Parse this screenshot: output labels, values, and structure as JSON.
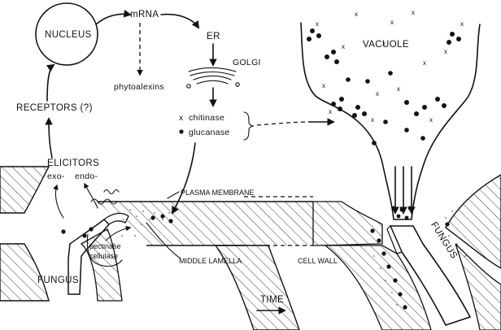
{
  "labels": {
    "nucleus": "NUCLEUS",
    "mrna": "mRNA",
    "er": "ER",
    "golgi": "GOLGI",
    "phytoalexins": "phytoalexins",
    "chitinase_marker": "x",
    "chitinase": "chitinase",
    "glucanase": "glucanase",
    "receptors": "RECEPTORS (?)",
    "elicitors": "ELICITORS",
    "exo": "exo-",
    "endo": "endo-",
    "plasma_membrane": "PLASMA MEMBRANE",
    "pectinase": "pectinase",
    "cellulase": "cellulase",
    "middle_lamella": "MIDDLE LAMELLA",
    "cell_wall": "CELL WALL",
    "fungus_left": "FUNGUS",
    "fungus_right": "FUNGUS",
    "vacuole": "VACUOLE",
    "time": "TIME"
  },
  "colors": {
    "ink": "#111111",
    "paper": "#ffffff"
  }
}
